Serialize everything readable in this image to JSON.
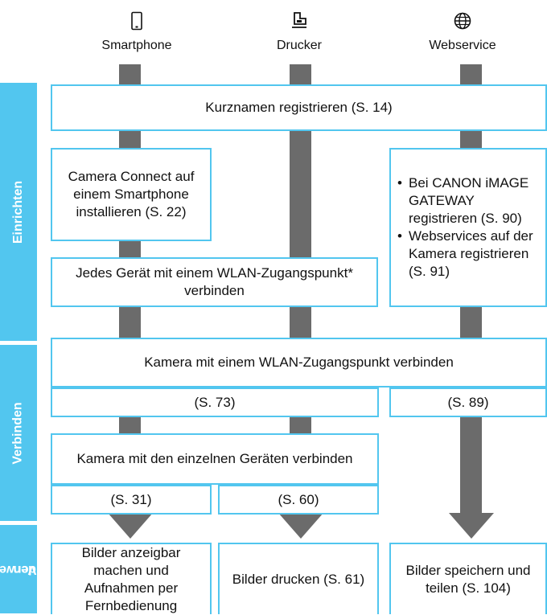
{
  "devices": {
    "smartphone": {
      "label": "Smartphone",
      "icon": "smartphone-icon"
    },
    "printer": {
      "label": "Drucker",
      "icon": "printer-icon"
    },
    "webservice": {
      "label": "Webservice",
      "icon": "globe-icon"
    }
  },
  "sections": {
    "setup": "Einrichten",
    "connect": "Verbinden",
    "use_line1": "Verwen-",
    "use_line2": "den"
  },
  "boxes": {
    "nickname": "Kurznamen registrieren (S. 14)",
    "camera_connect": "Camera Connect auf einem Smartphone installieren (S. 22)",
    "ap_connect_each": "Jedes Gerät mit einem WLAN-Zugangspunkt* verbinden",
    "web_steps": [
      "Bei CANON iMAGE GATEWAY registrieren (S. 90)",
      "Webservices auf der Kamera registrieren (S. 91)"
    ],
    "camera_ap": "Kamera mit einem WLAN-Zugangspunkt verbinden",
    "ref_73": "(S. 73)",
    "ref_89": "(S. 89)",
    "camera_devices": "Kamera mit den einzelnen Geräten verbinden",
    "ref_31": "(S. 31)",
    "ref_60": "(S. 60)",
    "use_smartphone": "Bilder anzeigbar machen und Aufnahmen per Fernbedienung",
    "use_printer": "Bilder drucken (S. 61)",
    "use_web": "Bilder speichern und teilen (S. 104)"
  },
  "colors": {
    "accent": "#52c6ef",
    "bar": "#6b6b6b"
  }
}
